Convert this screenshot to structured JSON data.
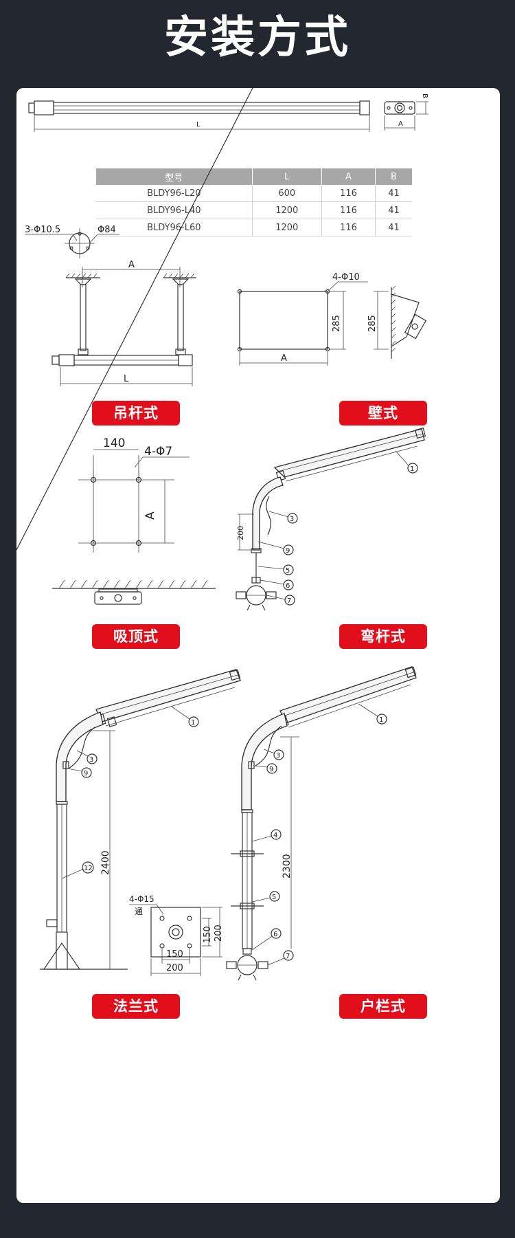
{
  "header": {
    "title": "安装方式"
  },
  "dims": {
    "L": "L",
    "A": "A",
    "B": "B",
    "holes_3": "3-Φ10.5",
    "d84": "Φ84",
    "holes_4_10": "4-Φ10",
    "h285": "285",
    "w140": "140",
    "holes_4_7": "4-Φ7",
    "h200": "200",
    "h2400": "2400",
    "h2300": "2300",
    "holes_4_15": "4-Φ15",
    "tong": "通",
    "f150": "150",
    "f200": "200"
  },
  "callouts": {
    "c1": "1",
    "c3": "3",
    "c4": "4",
    "c5": "5",
    "c6": "6",
    "c7": "7",
    "c9": "9",
    "c12": "12"
  },
  "spec_table": {
    "headers": [
      "型号",
      "L",
      "A",
      "B"
    ],
    "rows": [
      [
        "BLDY96-L20",
        "600",
        "116",
        "41"
      ],
      [
        "BLDY96-L40",
        "1200",
        "116",
        "41"
      ],
      [
        "BLDY96-L60",
        "1200",
        "116",
        "41"
      ]
    ]
  },
  "labels": {
    "pendant": "吊杆式",
    "wall": "壁式",
    "ceiling": "吸顶式",
    "bent_pole": "弯杆式",
    "flange": "法兰式",
    "fence": "户栏式"
  },
  "colors": {
    "background": "#232830",
    "card": "#ffffff",
    "label_red": "#e10f1c"
  }
}
